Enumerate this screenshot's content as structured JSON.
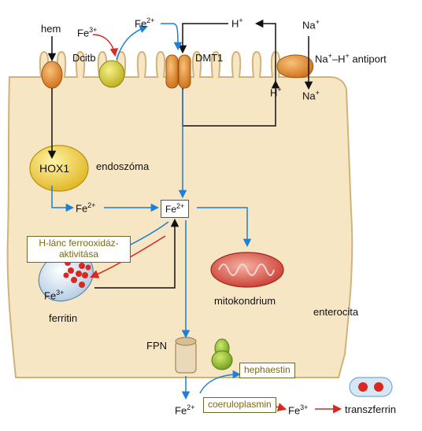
{
  "labels": {
    "hem": "hem",
    "fe3_top": "Fe",
    "fe3_top_sup": "3+",
    "fe2_top": "Fe",
    "fe2_top_sup": "2+",
    "h_top": "H",
    "h_top_sup": "+",
    "na_top": "Na",
    "na_top_sup": "+",
    "dcitb": "Dcitb",
    "dmt1": "DMT1",
    "antiport_na": "Na",
    "antiport_na_sup": "+",
    "antiport_rest": "–H",
    "antiport_h_sup": "+",
    "antiport_word": " antiport",
    "h_inner": "H",
    "h_inner_sup": "+",
    "na_inner": "Na",
    "na_inner_sup": "+",
    "hox1": "HOX1",
    "endosome": "endoszóma",
    "fe2_left": "Fe",
    "fe2_left_sup": "2+",
    "fe2_center": "Fe",
    "fe2_center_sup": "2+",
    "ferroxidase_line1": "H-lánc ferrooxidáz-",
    "ferroxidase_line2": "aktivitása",
    "fe3_ferritin": "Fe",
    "fe3_ferritin_sup": "3+",
    "ferritin": "ferritin",
    "mitochondrion": "mitokondrium",
    "enterocyte": "enterocita",
    "fpn": "FPN",
    "hephaestin": "hephaestin",
    "ceruloplasmin": "coeruloplasmin",
    "fe2_bottom": "Fe",
    "fe2_bottom_sup": "2+",
    "fe3_bottom": "Fe",
    "fe3_bottom_sup": "3+",
    "transferrin": "transzferrin"
  },
  "colors": {
    "cell_fill": "#f6e6c3",
    "cell_stroke": "#d2b27a",
    "blue_arrow": "#1f7fd6",
    "red_arrow": "#d9281e",
    "black_arrow": "#111111",
    "olive_text": "#7a6a10",
    "protein_orange": "#e08a2a",
    "protein_yellow": "#d7cc2c",
    "endosome_yellow": "#f0cd35",
    "mito_red": "#d8483e",
    "hephaestin_green": "#8fbf2a"
  }
}
